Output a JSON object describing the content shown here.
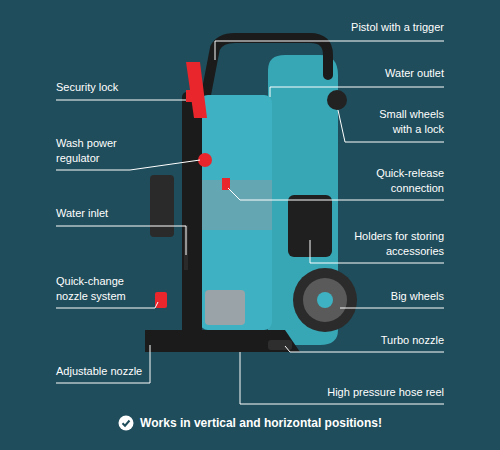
{
  "diagram": {
    "caption": "Works in vertical and horizontal positions!",
    "labels": [
      "Pistol with a trigger",
      "Security lock",
      "Water outlet",
      "Small wheels with a lock",
      "Wash power regulator",
      "Quick-release connection",
      "Water inlet",
      "Holders for storing accessories",
      "Quick-change nozzle system",
      "Big wheels",
      "Turbo nozzle",
      "Adjustable nozzle",
      "High pressure hose reel"
    ]
  }
}
